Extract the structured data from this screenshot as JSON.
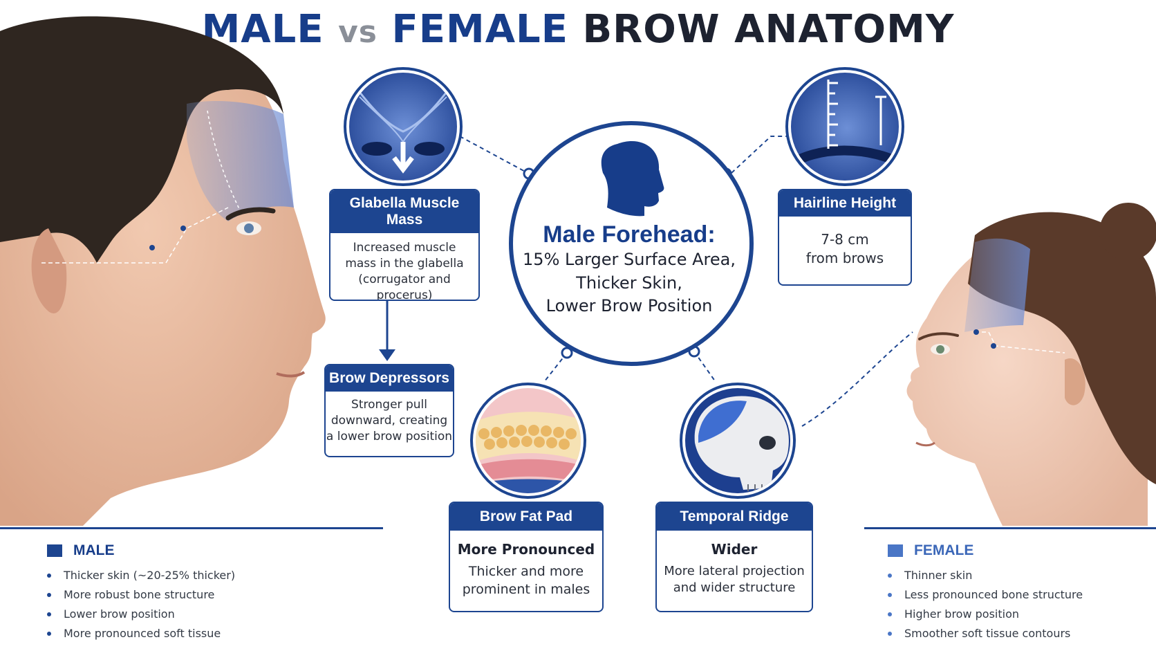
{
  "title": {
    "male": "MALE",
    "vs": "vs",
    "female": "FEMALE",
    "rest": "BROW ANATOMY"
  },
  "center": {
    "title": "Male Forehead:",
    "lines": [
      "15% Larger Surface Area,",
      "Thicker Skin,",
      "Lower Brow Position"
    ]
  },
  "labels": {
    "glabella": {
      "head": "Glabella Muscle Mass",
      "body": [
        "Increased muscle",
        "mass in the glabella",
        "(corrugator and",
        "procerus)"
      ]
    },
    "depressors": {
      "head": "Brow Depressors",
      "body": [
        "Stronger pull",
        "downward, creating",
        "a lower brow position"
      ]
    },
    "hairline": {
      "head": "Hairline Height",
      "body": [
        "7-8 cm",
        "from brows"
      ]
    },
    "fatpad": {
      "head": "Brow Fat Pad",
      "strong": "More Pronounced",
      "body": [
        "Thicker and more",
        "prominent in males"
      ]
    },
    "temporal": {
      "head": "Temporal Ridge",
      "strong": "Wider",
      "body": [
        "More lateral projection",
        "and wider structure"
      ]
    }
  },
  "legend_male": {
    "title": "MALE",
    "color": "#1d4590",
    "items": [
      "Thicker skin (~20-25% thicker)",
      "More robust bone structure",
      "Lower brow position",
      "More pronounced soft tissue"
    ]
  },
  "legend_female": {
    "title": "FEMALE",
    "color": "#4a76c6",
    "items": [
      "Thinner skin",
      "Less pronounced bone structure",
      "Higher brow position",
      "Smoother soft tissue contours"
    ]
  },
  "icons": [
    "male-head-silhouette-icon",
    "down-arrow-icon",
    "ruler-icon",
    "skull-icon",
    "fat-layer-icon"
  ],
  "colors": {
    "accent": "#1d4590",
    "light_accent": "#4a76c6",
    "overlay": "#7f9ad6"
  }
}
